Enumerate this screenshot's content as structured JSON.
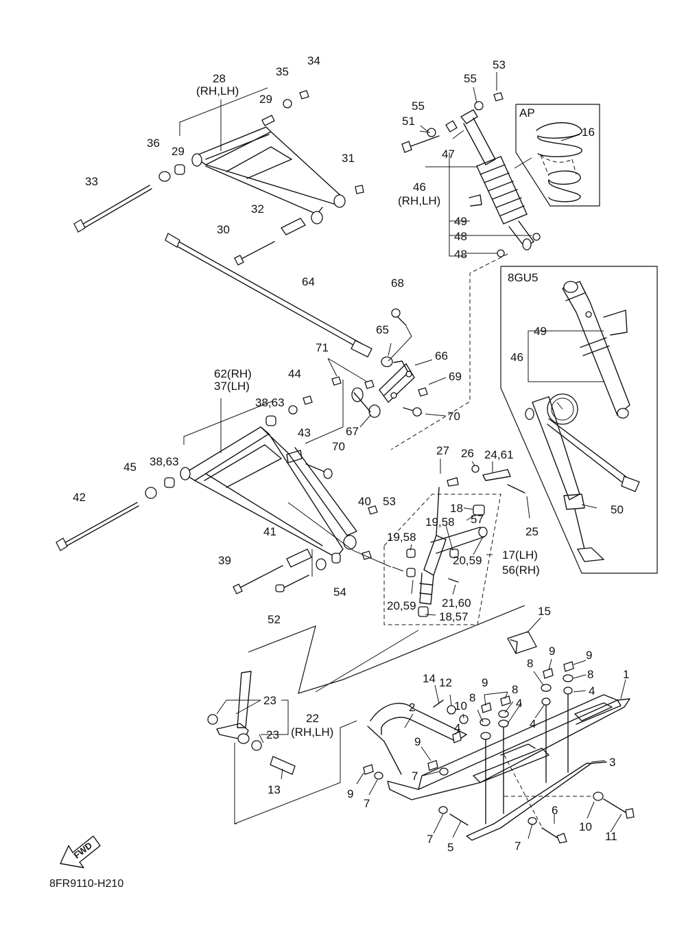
{
  "diagram": {
    "code": "8FR9110-H210",
    "fwd_label": "FWD",
    "inset_ap": {
      "title": "AP",
      "callouts": [
        "16"
      ]
    },
    "inset_8gu5": {
      "title": "8GU5",
      "callouts": [
        "49",
        "46",
        "50"
      ]
    },
    "callouts": {
      "c1": "1",
      "c2": "2",
      "c3": "3",
      "c4a": "4",
      "c4b": "4",
      "c4c": "4",
      "c4d": "4",
      "c5": "5",
      "c6": "6",
      "c7a": "7",
      "c7b": "7",
      "c7c": "7",
      "c7d": "7",
      "c8a": "8",
      "c8b": "8",
      "c8c": "8",
      "c8d": "8",
      "c9a": "9",
      "c9b": "9",
      "c9c": "9",
      "c9d": "9",
      "c9e": "9",
      "c10a": "10",
      "c10b": "10",
      "c11": "11",
      "c12": "12",
      "c13": "13",
      "c14": "14",
      "c15": "15",
      "c17": "17(LH)",
      "c56": "56(RH)",
      "c18_57a": "18,57",
      "c18": "18",
      "c57": "57",
      "c19_58a": "19,58",
      "c19_58b": "19,58",
      "c20_59a": "20,59",
      "c20_59b": "20,59",
      "c21_60": "21,60",
      "c22": "22",
      "c22sub": "(RH,LH)",
      "c23a": "23",
      "c23b": "23",
      "c24_61": "24,61",
      "c25": "25",
      "c26": "26",
      "c27": "27",
      "c28": "28",
      "c28sub": "(RH,LH)",
      "c29a": "29",
      "c29b": "29",
      "c30": "30",
      "c31": "31",
      "c32": "32",
      "c33": "33",
      "c34": "34",
      "c35": "35",
      "c36": "36",
      "c62": "62(RH)",
      "c37": "37(LH)",
      "c38_63a": "38,63",
      "c38_63b": "38,63",
      "c39": "39",
      "c40": "40",
      "c41": "41",
      "c42": "42",
      "c43": "43",
      "c44": "44",
      "c45": "45",
      "c46": "46",
      "c46sub": "(RH,LH)",
      "c47": "47",
      "c48a": "48",
      "c48b": "48",
      "c49": "49",
      "c51": "51",
      "c52": "52",
      "c53a": "53",
      "c53b": "53",
      "c54": "54",
      "c55a": "55",
      "c55b": "55",
      "c64": "64",
      "c65": "65",
      "c66": "66",
      "c67": "67",
      "c68": "68",
      "c69": "69",
      "c70a": "70",
      "c70b": "70",
      "c71": "71"
    }
  }
}
